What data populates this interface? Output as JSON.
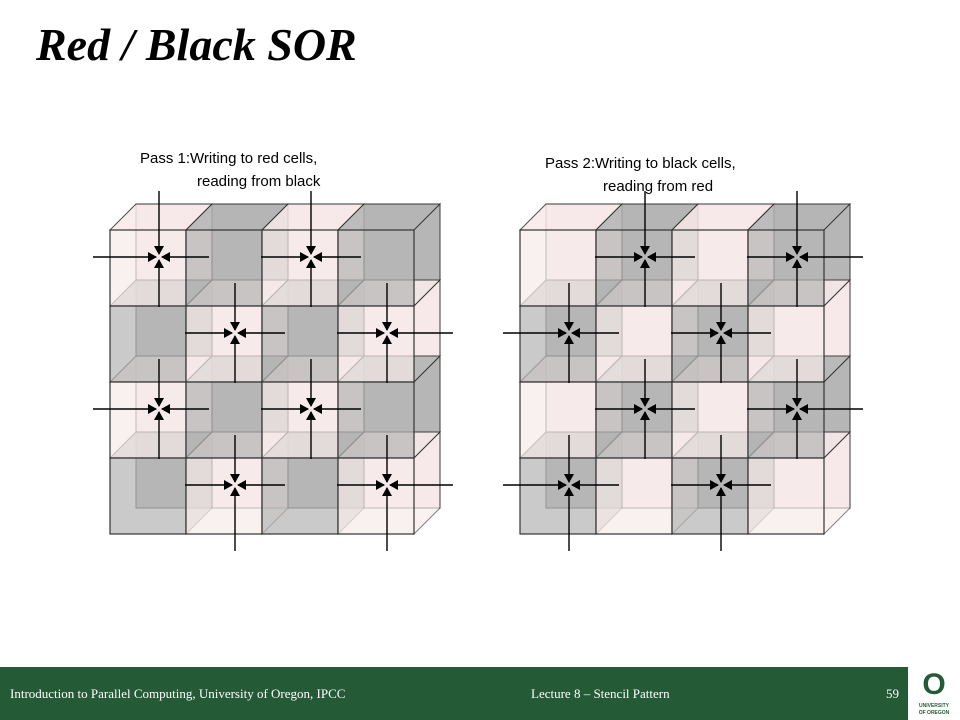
{
  "slide": {
    "title": "Red / Black SOR"
  },
  "diagram": {
    "colors": {
      "red": "#f7e9e9",
      "black": "#b4b4b4",
      "outline": "#333333",
      "arrow": "#000000"
    },
    "panels": [
      {
        "caption_line1": "Pass 1:Writing to red cells,",
        "caption_line2": "reading from black",
        "pattern": [
          [
            "red",
            "black",
            "red",
            "black"
          ],
          [
            "black",
            "red",
            "black",
            "red"
          ],
          [
            "red",
            "black",
            "red",
            "black"
          ],
          [
            "black",
            "red",
            "black",
            "red"
          ]
        ],
        "target_color": "red"
      },
      {
        "caption_line1": "Pass 2:Writing to black cells,",
        "caption_line2": "reading from red",
        "pattern": [
          [
            "red",
            "black",
            "red",
            "black"
          ],
          [
            "black",
            "red",
            "black",
            "red"
          ],
          [
            "red",
            "black",
            "red",
            "black"
          ],
          [
            "black",
            "red",
            "black",
            "red"
          ]
        ],
        "target_color": "black"
      }
    ]
  },
  "footer": {
    "course": "Introduction to Parallel Computing, University of Oregon, IPCC",
    "lecture": "Lecture 8 – Stencil Pattern",
    "page_number": "59",
    "logo_letter": "O",
    "logo_line1": "UNIVERSITY",
    "logo_line2": "OF OREGON"
  }
}
